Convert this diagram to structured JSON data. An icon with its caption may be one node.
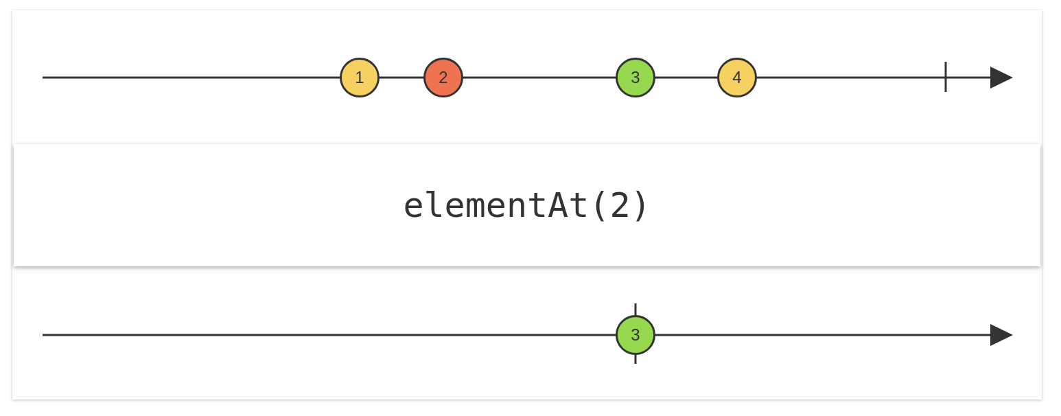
{
  "diagram": {
    "nodes": [
      {
        "text": [
          "1"
        ]
      },
      {
        "text": [
          "2"
        ]
      },
      {
        "text": [
          "3"
        ]
      },
      {
        "text": [
          "4"
        ]
      },
      {
        "text": [
          "elementAt(2)"
        ]
      },
      {
        "text": [
          "3"
        ]
      }
    ]
  }
}
